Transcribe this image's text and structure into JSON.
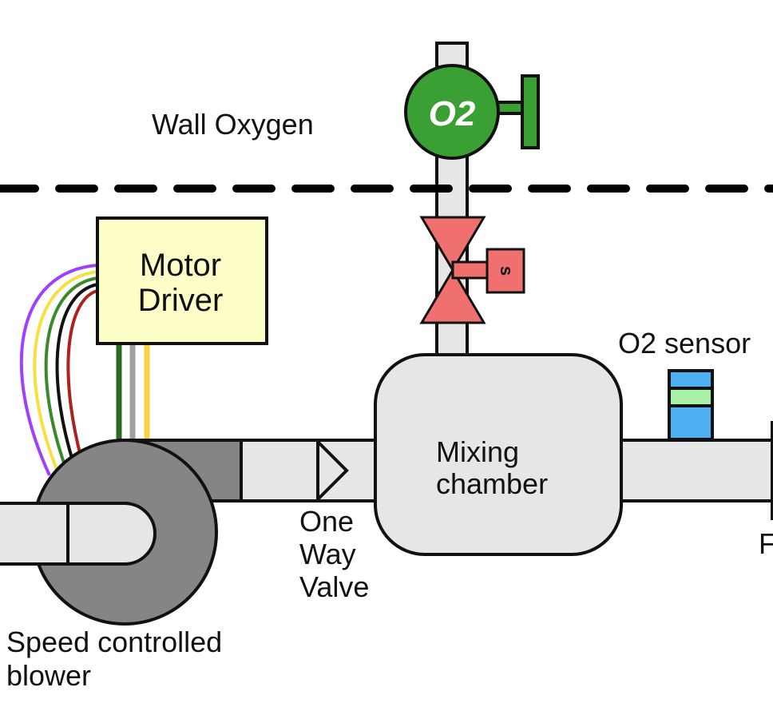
{
  "labels": {
    "wall_oxygen": "Wall Oxygen",
    "o2_badge": "O2",
    "solenoid": "s",
    "motor_driver_line1": "Motor",
    "motor_driver_line2": "Driver",
    "o2_sensor": "O2 sensor",
    "mixing_line1": "Mixing",
    "mixing_line2": "chamber",
    "valve_line1": "One",
    "valve_line2": "Way",
    "valve_line3": "Valve",
    "blower_line1": "Speed controlled",
    "blower_line2": "blower",
    "cut_off": "F"
  },
  "colors": {
    "pipe": "#e6e6e6",
    "outline": "#111111",
    "o2_green": "#3aa033",
    "solenoid_red": "#f07070",
    "driver_fill": "#fdfdc8",
    "blower_gray": "#858585",
    "sensor_blue": "#4eb0f0",
    "sensor_green": "#a8f0a8",
    "wire_purple": "#a040ff",
    "wire_yellow": "#f8e040",
    "wire_green": "#3a8a2a",
    "wire_black": "#111111",
    "wire_red": "#b02020",
    "wire_darkgreen": "#2a6a22",
    "wire_gray": "#a0a0a0",
    "wire_gold": "#ffd040"
  }
}
